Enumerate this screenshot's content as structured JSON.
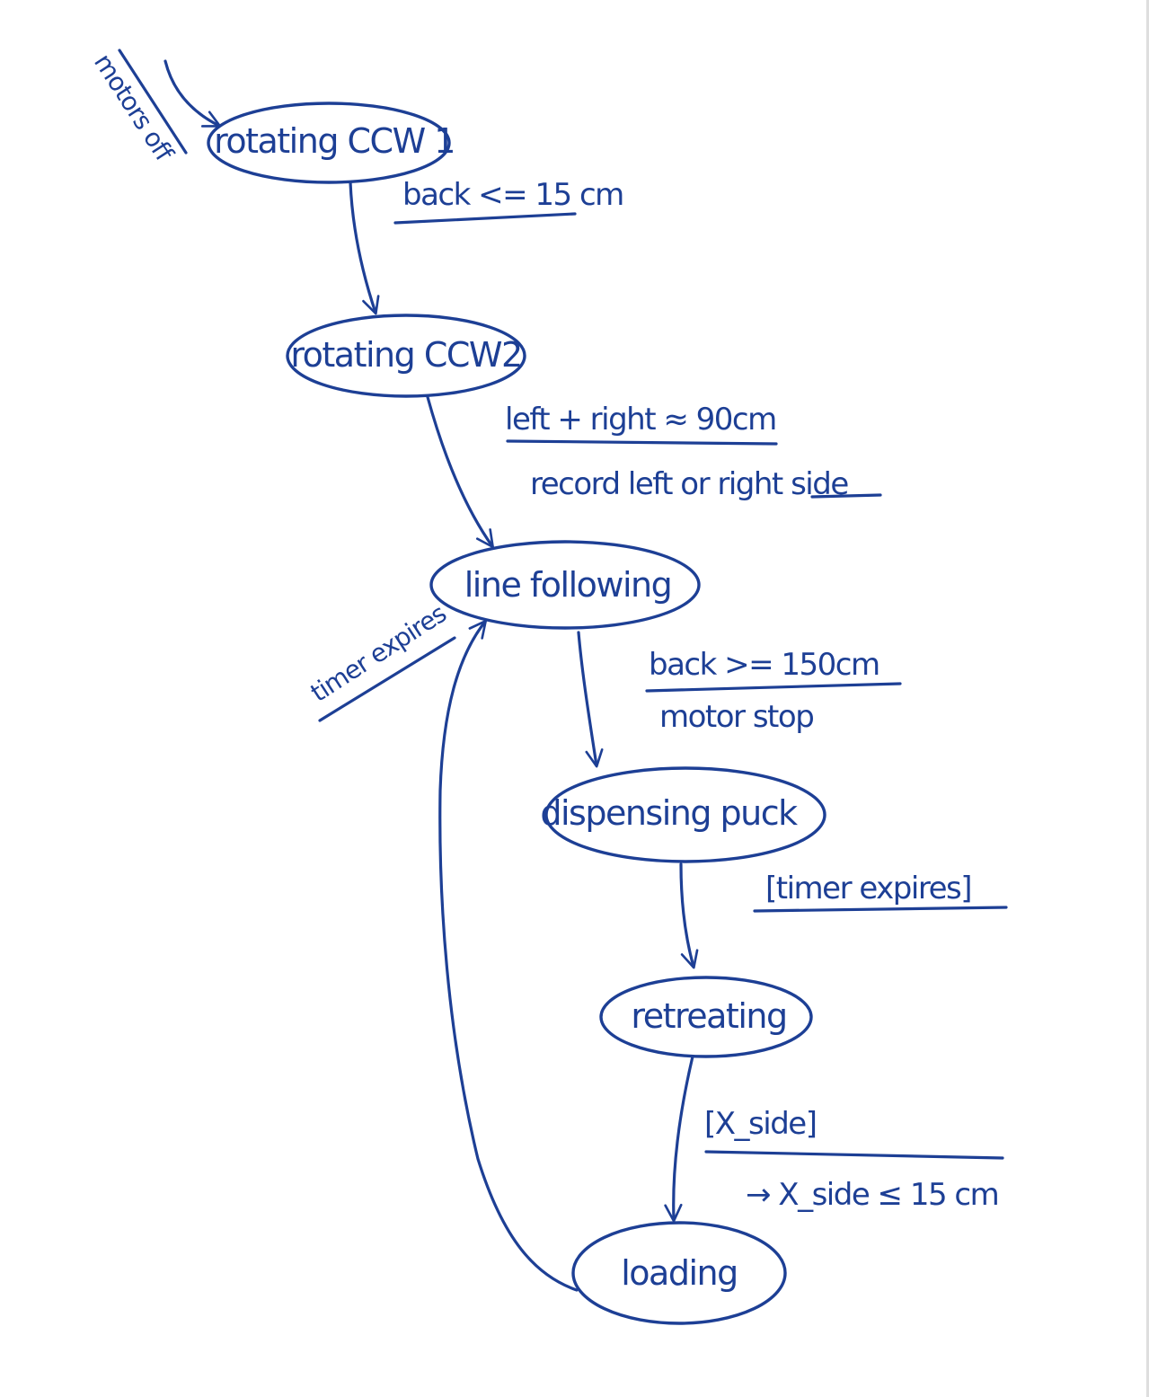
{
  "colors": {
    "ink": "#1d3f95",
    "background": "#ffffff"
  },
  "states": {
    "rotating_ccw1": "rotating CCW 1",
    "rotating_ccw2": "rotating CCW2",
    "line_following": "line following",
    "dispensing_puck": "dispensing puck",
    "retreating": "retreating",
    "loading": "loading"
  },
  "transitions": {
    "initial": "motors off",
    "ccw1_to_ccw2": "back <= 15 cm",
    "ccw2_to_line": {
      "guard": "left + right ≈ 90cm",
      "action": "record left or right side"
    },
    "line_to_dispense": {
      "guard": "back >= 150cm",
      "action": "motor stop"
    },
    "dispense_to_retreat": "[timer expires]",
    "retreat_to_loading": {
      "guard": "[X_side]",
      "note": "→ X_side ≤ 15 cm"
    },
    "loading_to_line": "timer expires"
  }
}
